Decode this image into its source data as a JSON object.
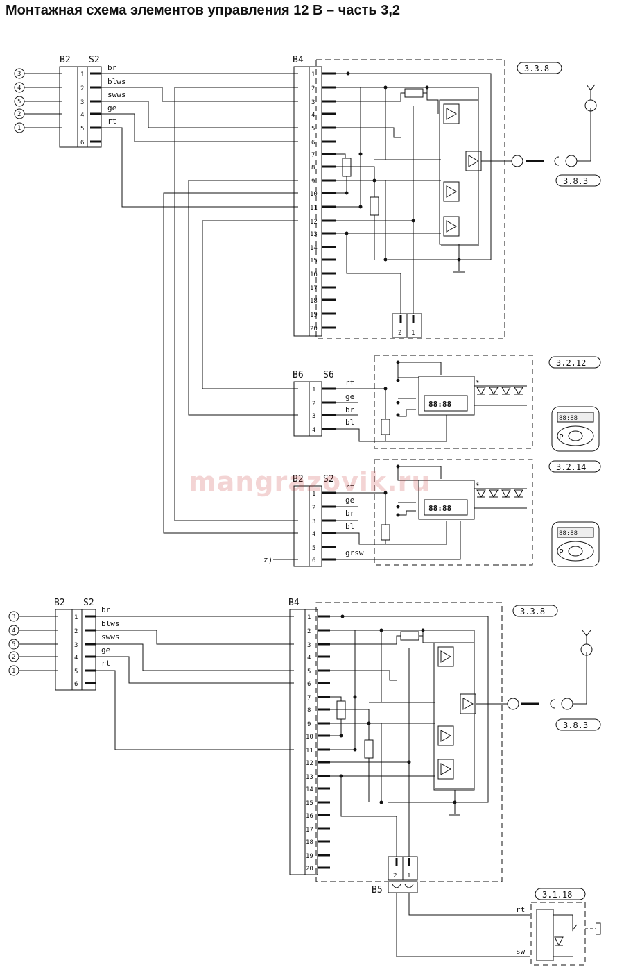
{
  "title": "Монтажная схема элементов управления 12 В – часть 3,2",
  "watermark": "mangrazovik.ru",
  "circles": [
    "3",
    "4",
    "5",
    "2",
    "1"
  ],
  "pin_numbers_6": [
    "1",
    "2",
    "3",
    "4",
    "5",
    "6"
  ],
  "pin_numbers_4": [
    "1",
    "2",
    "3",
    "4"
  ],
  "pin_numbers_20": [
    "1",
    "2",
    "3",
    "4",
    "5",
    "6",
    "7",
    "8",
    "9",
    "10",
    "11",
    "12",
    "13",
    "14",
    "15",
    "16",
    "17",
    "18",
    "19",
    "20"
  ],
  "wires_s2": [
    "br",
    "blws",
    "swws",
    "ge",
    "rt"
  ],
  "wires_s6": [
    "rt",
    "ge",
    "br",
    "bl"
  ],
  "wires_panel2": [
    "rt",
    "ge",
    "br",
    "bl",
    "grsw"
  ],
  "connectors": {
    "b2": "B2",
    "s2": "S2",
    "b4": "B4",
    "b6": "B6",
    "s6": "S6",
    "b5": "B5",
    "pin_2": "2",
    "pin_1": "1"
  },
  "refs": {
    "r338": "3.3.8",
    "r383": "3.8.3",
    "r3212": "3.2.12",
    "r3214": "3.2.14",
    "r3118": "3.1.18"
  },
  "display_text": "88:88",
  "small_display_text": "88:88",
  "button_p": "P",
  "z_label": "z)",
  "relay_wires": [
    "rt",
    "sw"
  ],
  "colors": {
    "line": "#111111",
    "watermark": "#c83c3c"
  }
}
